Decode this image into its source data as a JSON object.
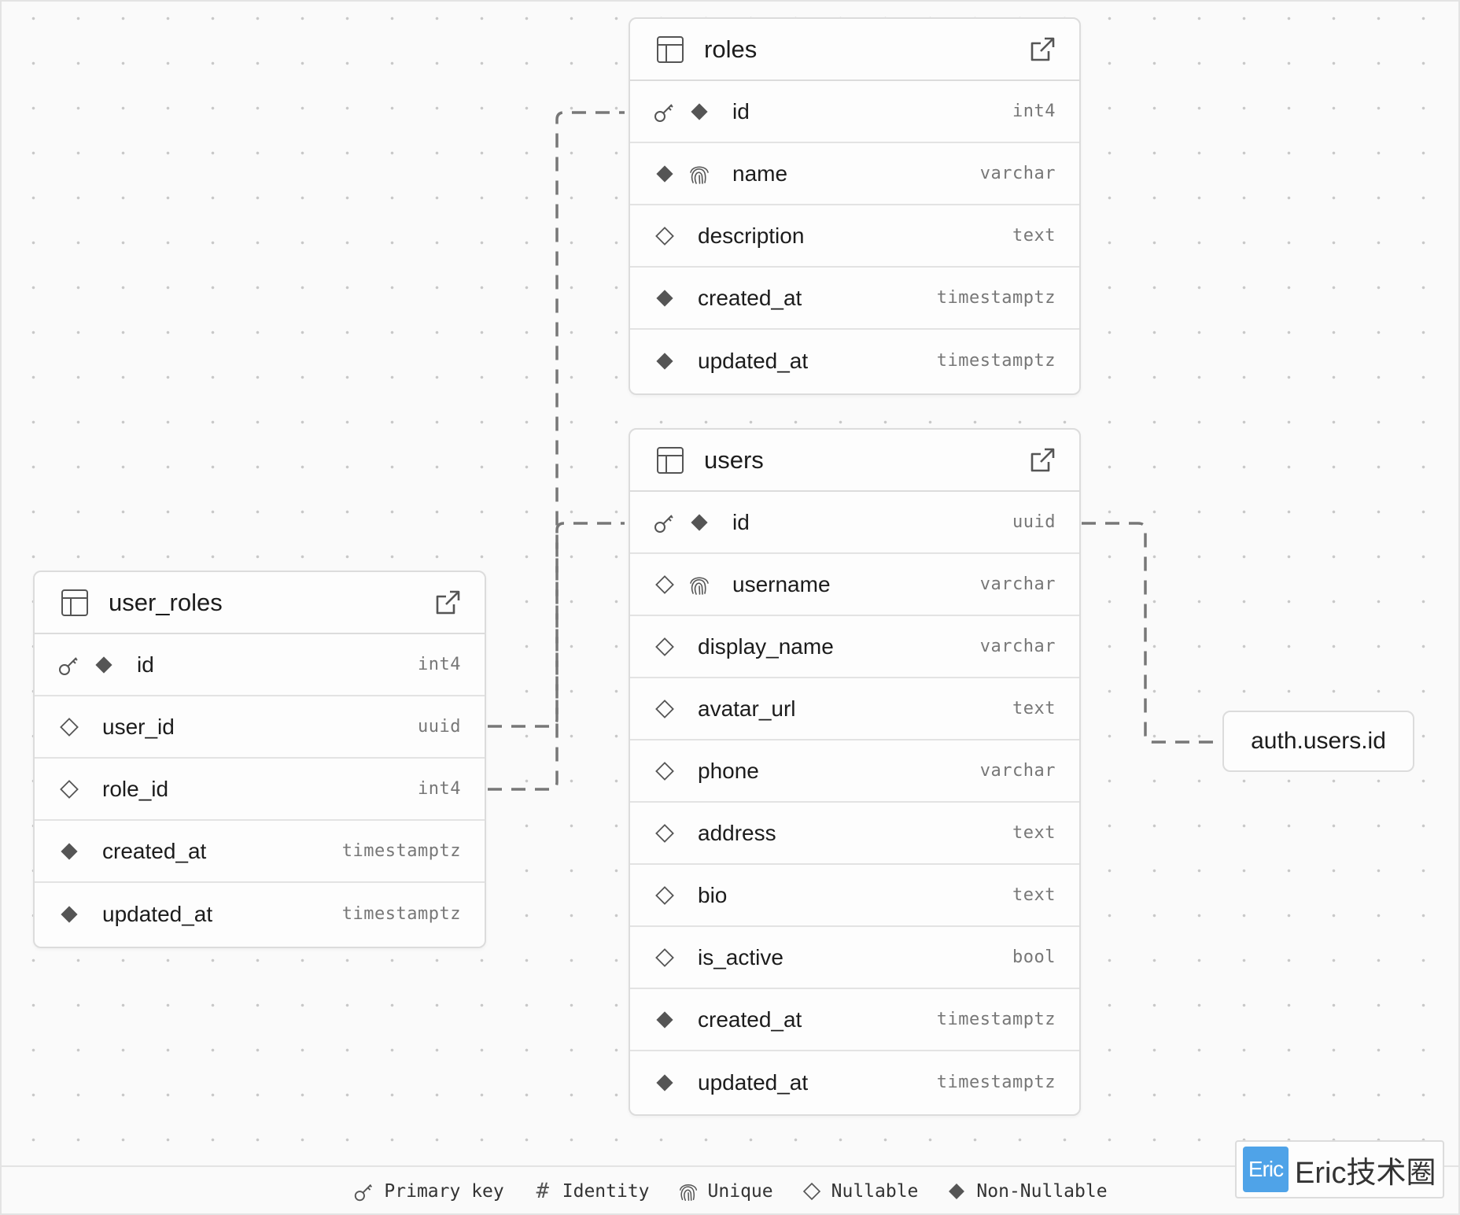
{
  "tables": [
    {
      "id": "roles",
      "name": "roles",
      "columns": [
        {
          "name": "id",
          "type": "int4",
          "flags": [
            "pk",
            "nonnull"
          ]
        },
        {
          "name": "name",
          "type": "varchar",
          "flags": [
            "nonnull",
            "unique"
          ]
        },
        {
          "name": "description",
          "type": "text",
          "flags": [
            "nullable"
          ]
        },
        {
          "name": "created_at",
          "type": "timestamptz",
          "flags": [
            "nonnull"
          ]
        },
        {
          "name": "updated_at",
          "type": "timestamptz",
          "flags": [
            "nonnull"
          ]
        }
      ]
    },
    {
      "id": "users",
      "name": "users",
      "columns": [
        {
          "name": "id",
          "type": "uuid",
          "flags": [
            "pk",
            "nonnull"
          ]
        },
        {
          "name": "username",
          "type": "varchar",
          "flags": [
            "nullable",
            "unique"
          ]
        },
        {
          "name": "display_name",
          "type": "varchar",
          "flags": [
            "nullable"
          ]
        },
        {
          "name": "avatar_url",
          "type": "text",
          "flags": [
            "nullable"
          ]
        },
        {
          "name": "phone",
          "type": "varchar",
          "flags": [
            "nullable"
          ]
        },
        {
          "name": "address",
          "type": "text",
          "flags": [
            "nullable"
          ]
        },
        {
          "name": "bio",
          "type": "text",
          "flags": [
            "nullable"
          ]
        },
        {
          "name": "is_active",
          "type": "bool",
          "flags": [
            "nullable"
          ]
        },
        {
          "name": "created_at",
          "type": "timestamptz",
          "flags": [
            "nonnull"
          ]
        },
        {
          "name": "updated_at",
          "type": "timestamptz",
          "flags": [
            "nonnull"
          ]
        }
      ]
    },
    {
      "id": "user_roles",
      "name": "user_roles",
      "columns": [
        {
          "name": "id",
          "type": "int4",
          "flags": [
            "pk",
            "nonnull"
          ]
        },
        {
          "name": "user_id",
          "type": "uuid",
          "flags": [
            "nullable"
          ]
        },
        {
          "name": "role_id",
          "type": "int4",
          "flags": [
            "nullable"
          ]
        },
        {
          "name": "created_at",
          "type": "timestamptz",
          "flags": [
            "nonnull"
          ]
        },
        {
          "name": "updated_at",
          "type": "timestamptz",
          "flags": [
            "nonnull"
          ]
        }
      ]
    }
  ],
  "external_node": {
    "label": "auth.users.id"
  },
  "relationships": [
    {
      "from": "user_roles.user_id",
      "to": "users.id"
    },
    {
      "from": "user_roles.role_id",
      "to": "roles.id"
    },
    {
      "from": "users.id",
      "to": "auth.users.id"
    }
  ],
  "legend": {
    "primary_key": "Primary key",
    "identity": "Identity",
    "unique": "Unique",
    "nullable": "Nullable",
    "non_nullable": "Non-Nullable"
  },
  "watermark": {
    "badge": "Eric",
    "text": "Eric技术圈"
  },
  "icons": {
    "table": "table-icon",
    "open": "external-link-icon",
    "pk": "key-icon",
    "unique": "fingerprint-icon",
    "nullable": "diamond-outline-icon",
    "nonnull": "diamond-filled-icon"
  },
  "colors": {
    "connector": "#777777",
    "non_nullable_fill": "#555555",
    "badge": "#4fa3e8"
  }
}
